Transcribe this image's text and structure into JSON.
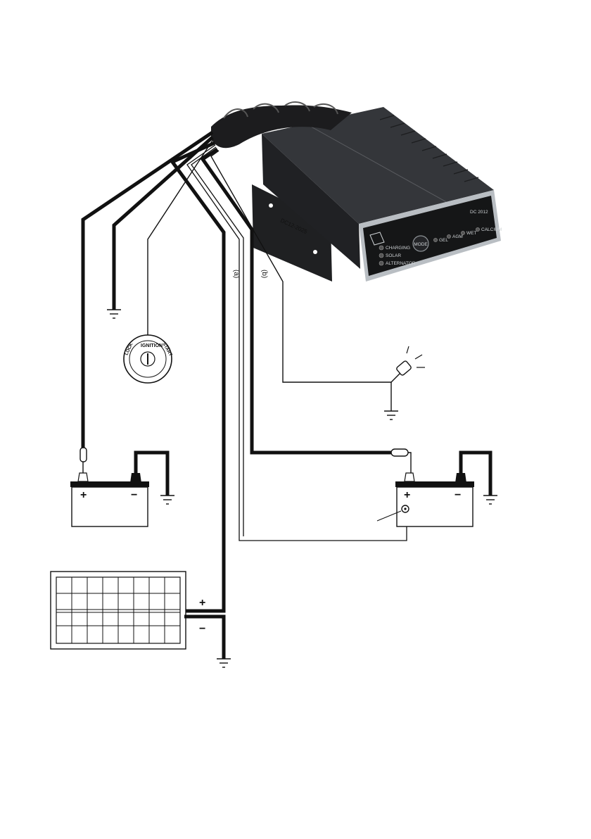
{
  "charger": {
    "mode_button": "MODE",
    "leds_left": [
      "CHARGING",
      "SOLAR",
      "ALTERNATOR"
    ],
    "leds_right": [
      "GEL",
      "AGM",
      "WET",
      "CALCIUM"
    ],
    "model_text": "DC 2012",
    "bracket_text": "DC12-2025"
  },
  "ignition": {
    "label_lock": "LOCK",
    "label_ignition": "IGNITION",
    "label_start": "START"
  },
  "wire_labels": {
    "label_a": "(a)",
    "label_b": "(b)"
  },
  "battery_left": {
    "plus": "+",
    "minus": "−"
  },
  "battery_right": {
    "plus": "+",
    "minus": "−"
  },
  "solar": {
    "plus": "+",
    "minus": "−"
  },
  "colors": {
    "ink": "#111111",
    "device_body": "#2b2d30",
    "device_trim": "#b9bec3"
  }
}
